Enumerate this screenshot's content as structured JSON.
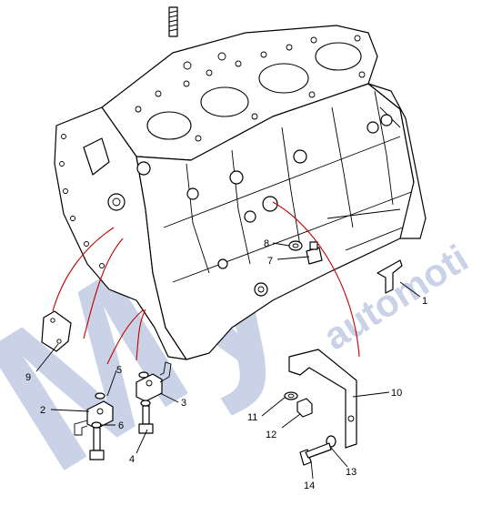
{
  "watermark": {
    "brand": "My",
    "sub": "automoti"
  },
  "callouts": [
    {
      "id": "1",
      "part": "bracket-1"
    },
    {
      "id": "2",
      "part": "mount-left-2"
    },
    {
      "id": "3",
      "part": "mount-right-3"
    },
    {
      "id": "4",
      "part": "bolt-4"
    },
    {
      "id": "5",
      "part": "washer-5"
    },
    {
      "id": "6",
      "part": "washer-6"
    },
    {
      "id": "7",
      "part": "plug-7"
    },
    {
      "id": "8",
      "part": "seal-8"
    },
    {
      "id": "9",
      "part": "plate-9"
    },
    {
      "id": "10",
      "part": "bracket-10"
    },
    {
      "id": "11",
      "part": "washer-11"
    },
    {
      "id": "12",
      "part": "nut-12"
    },
    {
      "id": "13",
      "part": "washer-13"
    },
    {
      "id": "14",
      "part": "bolt-14"
    }
  ],
  "colors": {
    "line": "#000000",
    "leader_red": "#c00000",
    "watermark": "#c9d2e6"
  }
}
